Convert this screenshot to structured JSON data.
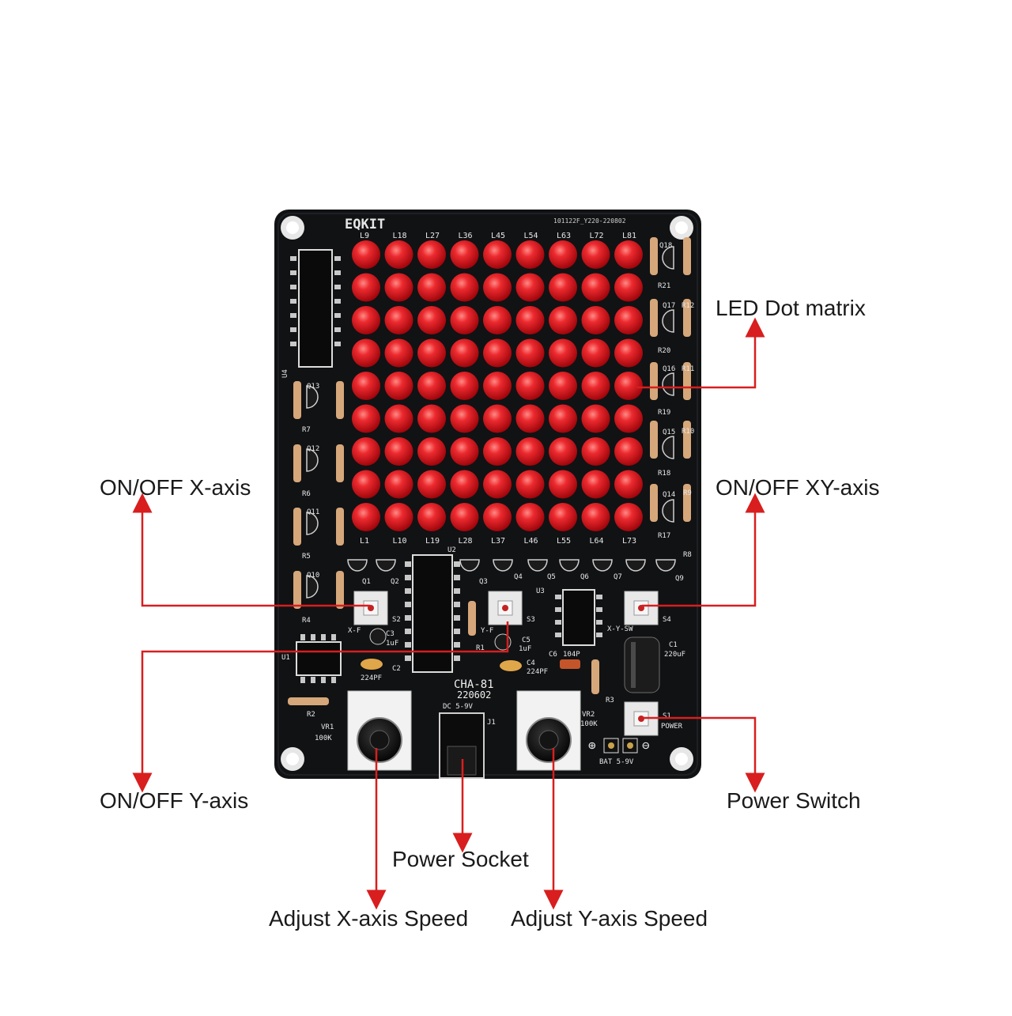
{
  "board": {
    "brand": "EQKIT",
    "serial": "101122F_Y220-220802",
    "model": "CHA-81",
    "date": "220602",
    "dc_label": "DC 5-9V",
    "bat_label": "BAT 5-9V",
    "power_label": "POWER",
    "matrix": {
      "rows": 9,
      "cols": 9,
      "led_color": "#e0141c"
    },
    "top_led_labels": [
      "L9",
      "L18",
      "L27",
      "L36",
      "L45",
      "L54",
      "L63",
      "L72",
      "L81"
    ],
    "bottom_led_labels": [
      "L1",
      "L10",
      "L19",
      "L28",
      "L37",
      "L46",
      "L55",
      "L64",
      "L73"
    ],
    "silk_labels": {
      "u4": "U4",
      "u1": "U1",
      "u2": "U2",
      "u3": "U3",
      "q13": "Q13",
      "q12": "Q12",
      "q11": "Q11",
      "q10": "Q10",
      "r7": "R7",
      "r6": "R6",
      "r5": "R5",
      "r4": "R4",
      "r2": "R2",
      "r1": "R1",
      "r3": "R3",
      "q18": "Q18",
      "q17": "Q17",
      "q16": "Q16",
      "q15": "Q15",
      "q14": "Q14",
      "r21": "R21",
      "r20": "R20",
      "r19": "R19",
      "r18": "R18",
      "r17": "R17",
      "r8": "R8",
      "r12": "R12",
      "r11": "R11",
      "r10": "R10",
      "r9": "R9",
      "q1": "Q1",
      "q2": "Q2",
      "q3": "Q3",
      "q4": "Q4",
      "q5": "Q5",
      "q6": "Q6",
      "q7": "Q7",
      "q9": "Q9",
      "s1": "S1",
      "s2": "S2",
      "s3": "S3",
      "s4": "S4",
      "x_f": "X-F",
      "y_f": "Y-F",
      "x_y_sw": "X-Y-SW",
      "c3": "C3",
      "c3v": "1uF",
      "c5": "C5",
      "c5v": "1uF",
      "c2": "C2",
      "c2v": "224PF",
      "c4": "C4",
      "c4v": "224PF",
      "c6": "C6",
      "c6v": "104P",
      "c1": "C1",
      "c1v": "220uF",
      "vr1": "VR1",
      "vr1v": "100K",
      "vr2": "VR2",
      "vr2v": "100K",
      "j1": "J1"
    }
  },
  "callouts": {
    "led_matrix": "LED Dot matrix",
    "onoff_x": "ON/OFF X-axis",
    "onoff_xy": "ON/OFF XY-axis",
    "onoff_y": "ON/OFF Y-axis",
    "power_switch": "Power Switch",
    "power_socket": "Power Socket",
    "adjust_x": "Adjust X-axis Speed",
    "adjust_y": "Adjust Y-axis Speed"
  },
  "colors": {
    "pcb": "#111214",
    "silkscreen": "#f2f2f2",
    "led": "#e0141c",
    "arrow": "#d81e1e"
  }
}
